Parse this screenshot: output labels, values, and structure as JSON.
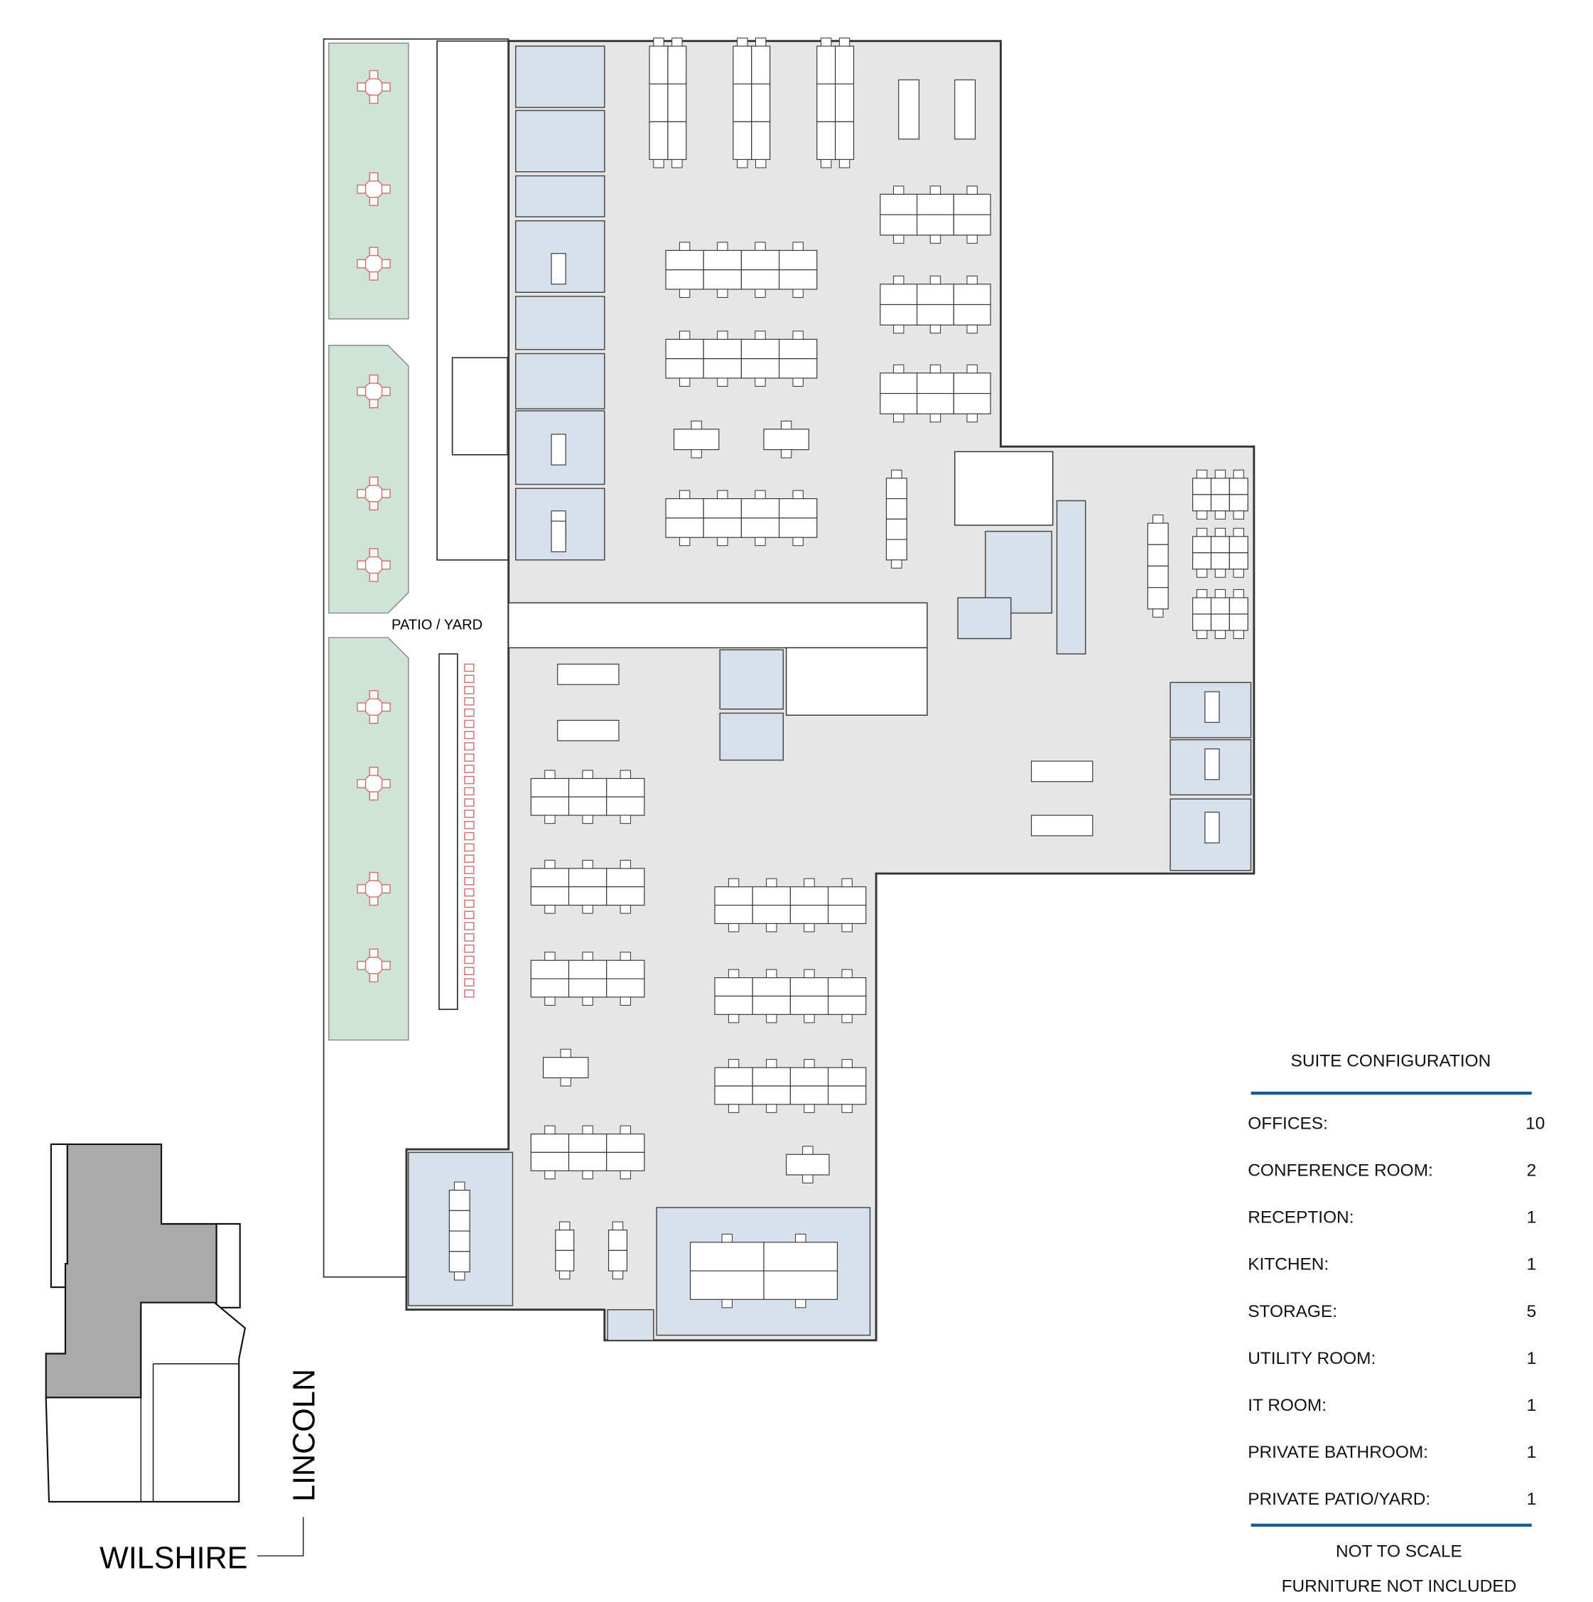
{
  "plan": {
    "patio_label": "PATIO / YARD"
  },
  "key_plan": {
    "street_south": "WILSHIRE",
    "street_east": "LINCOLN"
  },
  "legend": {
    "title": "SUITE CONFIGURATION",
    "accent_color": "#1a5a96",
    "rows": [
      {
        "label": "OFFICES:",
        "value": "10"
      },
      {
        "label": "CONFERENCE ROOM:",
        "value": "2"
      },
      {
        "label": "RECEPTION:",
        "value": "1"
      },
      {
        "label": "KITCHEN:",
        "value": "1"
      },
      {
        "label": "STORAGE:",
        "value": "5"
      },
      {
        "label": "UTILITY ROOM:",
        "value": "1"
      },
      {
        "label": "IT ROOM:",
        "value": "1"
      },
      {
        "label": "PRIVATE BATHROOM:",
        "value": "1"
      },
      {
        "label": "PRIVATE PATIO/YARD:",
        "value": "1"
      }
    ],
    "note_scale": "NOT TO SCALE",
    "note_furniture": "FURNITURE NOT INCLUDED"
  }
}
